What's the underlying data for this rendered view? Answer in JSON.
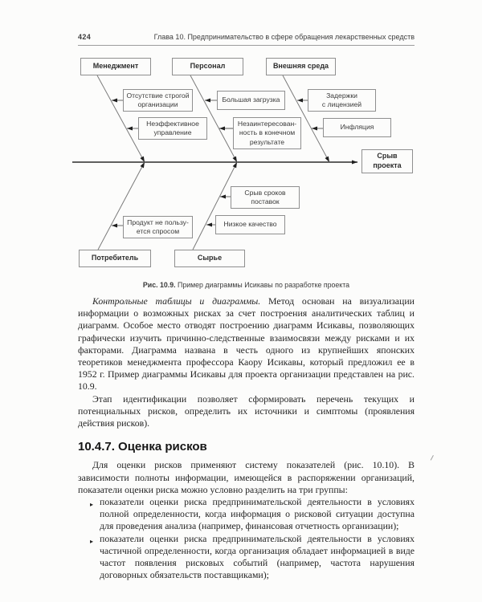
{
  "header": {
    "page_number": "424",
    "chapter_title": "Глава 10. Предпринимательство в сфере обращения лекарственных средств"
  },
  "figure": {
    "caption_label": "Рис. 10.9.",
    "caption_text": " Пример диаграммы Исикавы по разработке проекта",
    "boxes": {
      "management": "Менеджмент",
      "personnel": "Персонал",
      "environment": "Внешняя среда",
      "no_strict_org": "Отсутствие строгой\nорганизации",
      "heavy_load": "Большая загрузка",
      "license_delays": "Задержки\nс лицензией",
      "ineffective_mgmt": "Неэффективное\nуправление",
      "no_interest": "Незаинтересован-\nность в конечном\nрезультате",
      "inflation": "Инфляция",
      "project_failure": "Срыв\nпроекта",
      "delivery_delays": "Срыв сроков\nпоставок",
      "low_quality": "Низкое качество",
      "no_demand": "Продукт не пользу-\nется спросом",
      "consumer": "Потребитель",
      "raw_materials": "Сырье"
    }
  },
  "body": {
    "p1_lead": "Контрольные таблицы и диаграммы.",
    "p1_text": " Метод основан на визуализации информации о возможных рисках за счет построения аналитических таблиц и диаграмм. Особое место отводят построению диаграмм Исикавы, позволяющих графически изучить причинно-следственные взаимосвязи между рисками и их факторами. Диаграмма названа в честь одного из крупнейших японских теоретиков менеджмента профессора Каору Исикавы, который предложил ее в 1952 г. Пример диаграммы Исикавы для проекта организации представлен на рис. 10.9.",
    "p2": "Этап идентификации позволяет сформировать перечень текущих и потенциальных рисков, определить их источники и симптомы (проявления действия рисков).",
    "section_heading": "10.4.7. Оценка рисков",
    "p3": "Для оценки рисков применяют систему показателей (рис. 10.10). В зависимости полноты информации, имеющейся в распоряжении организаций, показатели оценки риска можно условно разделить на три группы:",
    "bullet_glyph": "▸",
    "bullets": [
      "показатели оценки риска предпринимательской деятельности в условиях полной определенности, когда информация о рисковой ситуации доступна для проведения анализа (например, финансовая отчетность организации);",
      "показатели оценки риска предпринимательской деятельности в условиях частичной определенности, когда организация обладает информацией в виде частот появления рисковых событий (например, частота нарушения договорных обязательств поставщиками);"
    ]
  }
}
